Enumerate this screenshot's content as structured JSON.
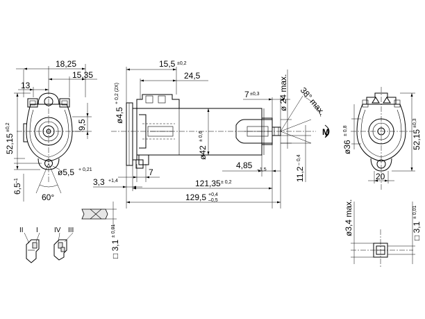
{
  "dimensions": {
    "d18_25": "18,25",
    "d15_35": "15,35",
    "d13": "13",
    "d9_5": "9,5",
    "d52_15": "52,15",
    "d52_15_tol": "±0,2",
    "d6_5": "6,5",
    "d6_5_tol": "–1",
    "d5_5": "ø5,5",
    "d5_5_tol": "+ 0,21",
    "d60": "60°",
    "d15_5": "15,5",
    "d15_5_tol": "±0,2",
    "d24_5": "24,5",
    "d4_5": "ø4,5",
    "d4_5_tol": "+ 0,2 (2X)",
    "d7_top": "7",
    "d7_tol": "±0,3",
    "d24max": "ø 24 max.",
    "d38max": "38° max.",
    "d42": "ø42",
    "d42_tol": "± 0,6",
    "d4_85": "4,85",
    "d4_85_tol": "–1,5",
    "d11_2": "11,2",
    "d11_2_tol": "– 0,4",
    "d7_bottom": "7",
    "d3_3": "3,3",
    "d3_3_tol": "+1,4",
    "d121_35": "121,35",
    "d121_35_tol": "± 0,2",
    "d129_5": "129,5",
    "d129_5_tol_a": "+0,4",
    "d129_5_tol_b": "–0,5",
    "d36": "ø36",
    "d36_tol": "± 0,8",
    "d52_15r": "52,15",
    "d52_15r_tol": "±0,3",
    "d20": "20",
    "d3_1_left": "□ 3,1",
    "d3_1_left_tol": "± 0,01",
    "d3_4max": "ø3,4 max.",
    "d3_1_right": "□ 3,1",
    "d3_1_right_tol": "± 0,01"
  },
  "motor_symbol": "M",
  "terminals": {
    "left": [
      "II",
      "I"
    ],
    "right": [
      "IV",
      "III"
    ]
  }
}
